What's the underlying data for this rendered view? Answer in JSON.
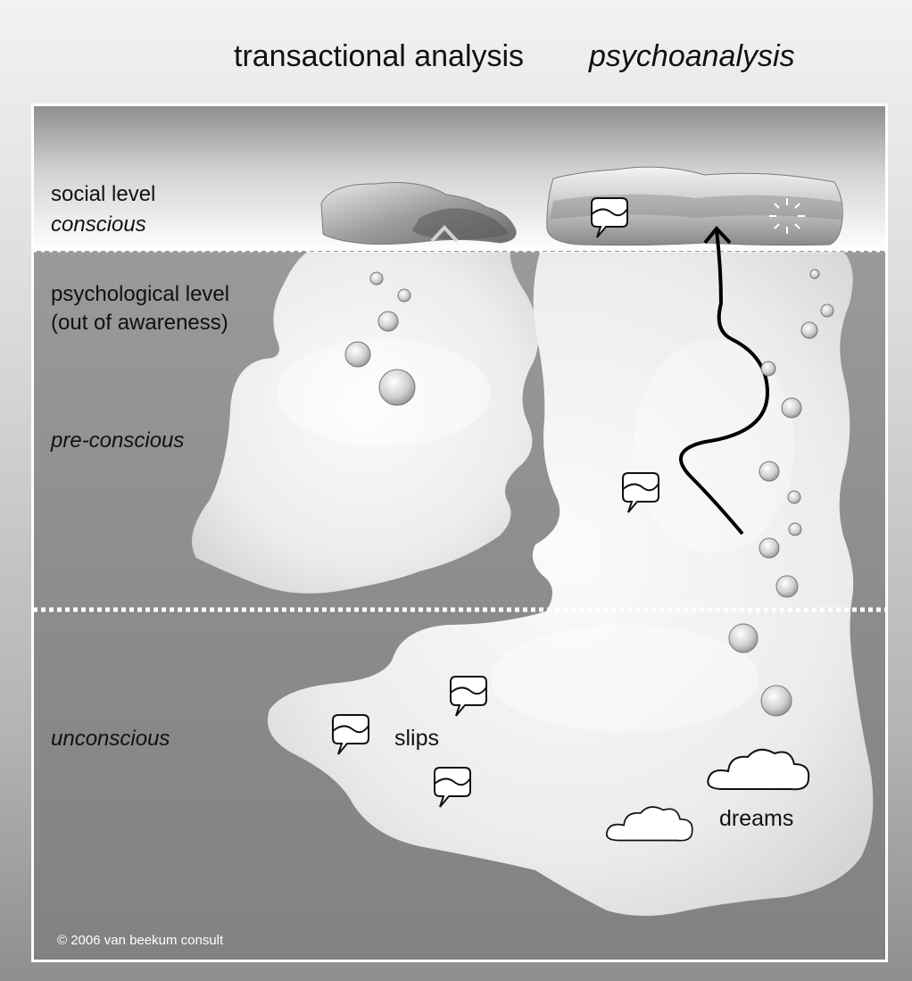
{
  "header": {
    "left_title": "transactional analysis",
    "right_title": "psychoanalysis"
  },
  "levels": {
    "social": "social level",
    "conscious": "conscious",
    "psychological": "psychological level",
    "out_of_awareness": "(out of awareness)",
    "pre_conscious": "pre-conscious",
    "unconscious": "unconscious"
  },
  "annotations": {
    "slips": "slips",
    "dreams": "dreams"
  },
  "footer": {
    "copyright": "© 2006 van beekum consult"
  },
  "colors": {
    "water": "#8a8a8a",
    "sky": "#ffffff",
    "ice": "#f2f2f2",
    "arrow_left": "#7a7a7a",
    "arrow_right": "#000000"
  }
}
